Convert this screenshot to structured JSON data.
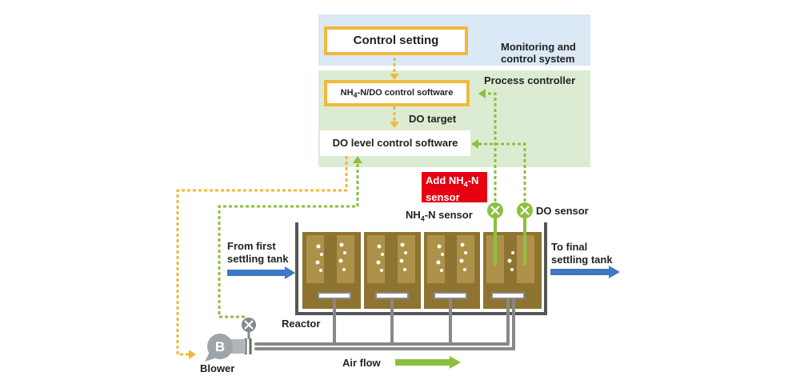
{
  "monitoring": {
    "label_line1": "Monitoring and",
    "label_line2": "control system",
    "control_setting": "Control setting"
  },
  "process": {
    "label": "Process controller",
    "nh4_do_software_prefix": "NH",
    "nh4_do_software_sub": "4",
    "nh4_do_software_suffix": "-N/DO control software",
    "do_target": "DO target",
    "do_level_software": "DO level control software"
  },
  "tag": {
    "line1_prefix": "Add NH",
    "line1_sub": "4",
    "line1_suffix": "-N",
    "line2": "sensor"
  },
  "sensors": {
    "nh4_prefix": "NH",
    "nh4_sub": "4",
    "nh4_suffix": "-N sensor",
    "do": "DO sensor"
  },
  "flow": {
    "from_line1": "From first",
    "from_line2": "settling tank",
    "to_line1": "To final",
    "to_line2": "settling tank",
    "reactor": "Reactor",
    "air_flow": "Air flow",
    "blower": "Blower",
    "blower_symbol": "B"
  },
  "colors": {
    "yellow": "#f2b83c",
    "green": "#8dbf3f",
    "blue": "#3f78c4",
    "red": "#e60012",
    "tank_brown": "#8f7330",
    "valve_gray": "#808a8f"
  }
}
